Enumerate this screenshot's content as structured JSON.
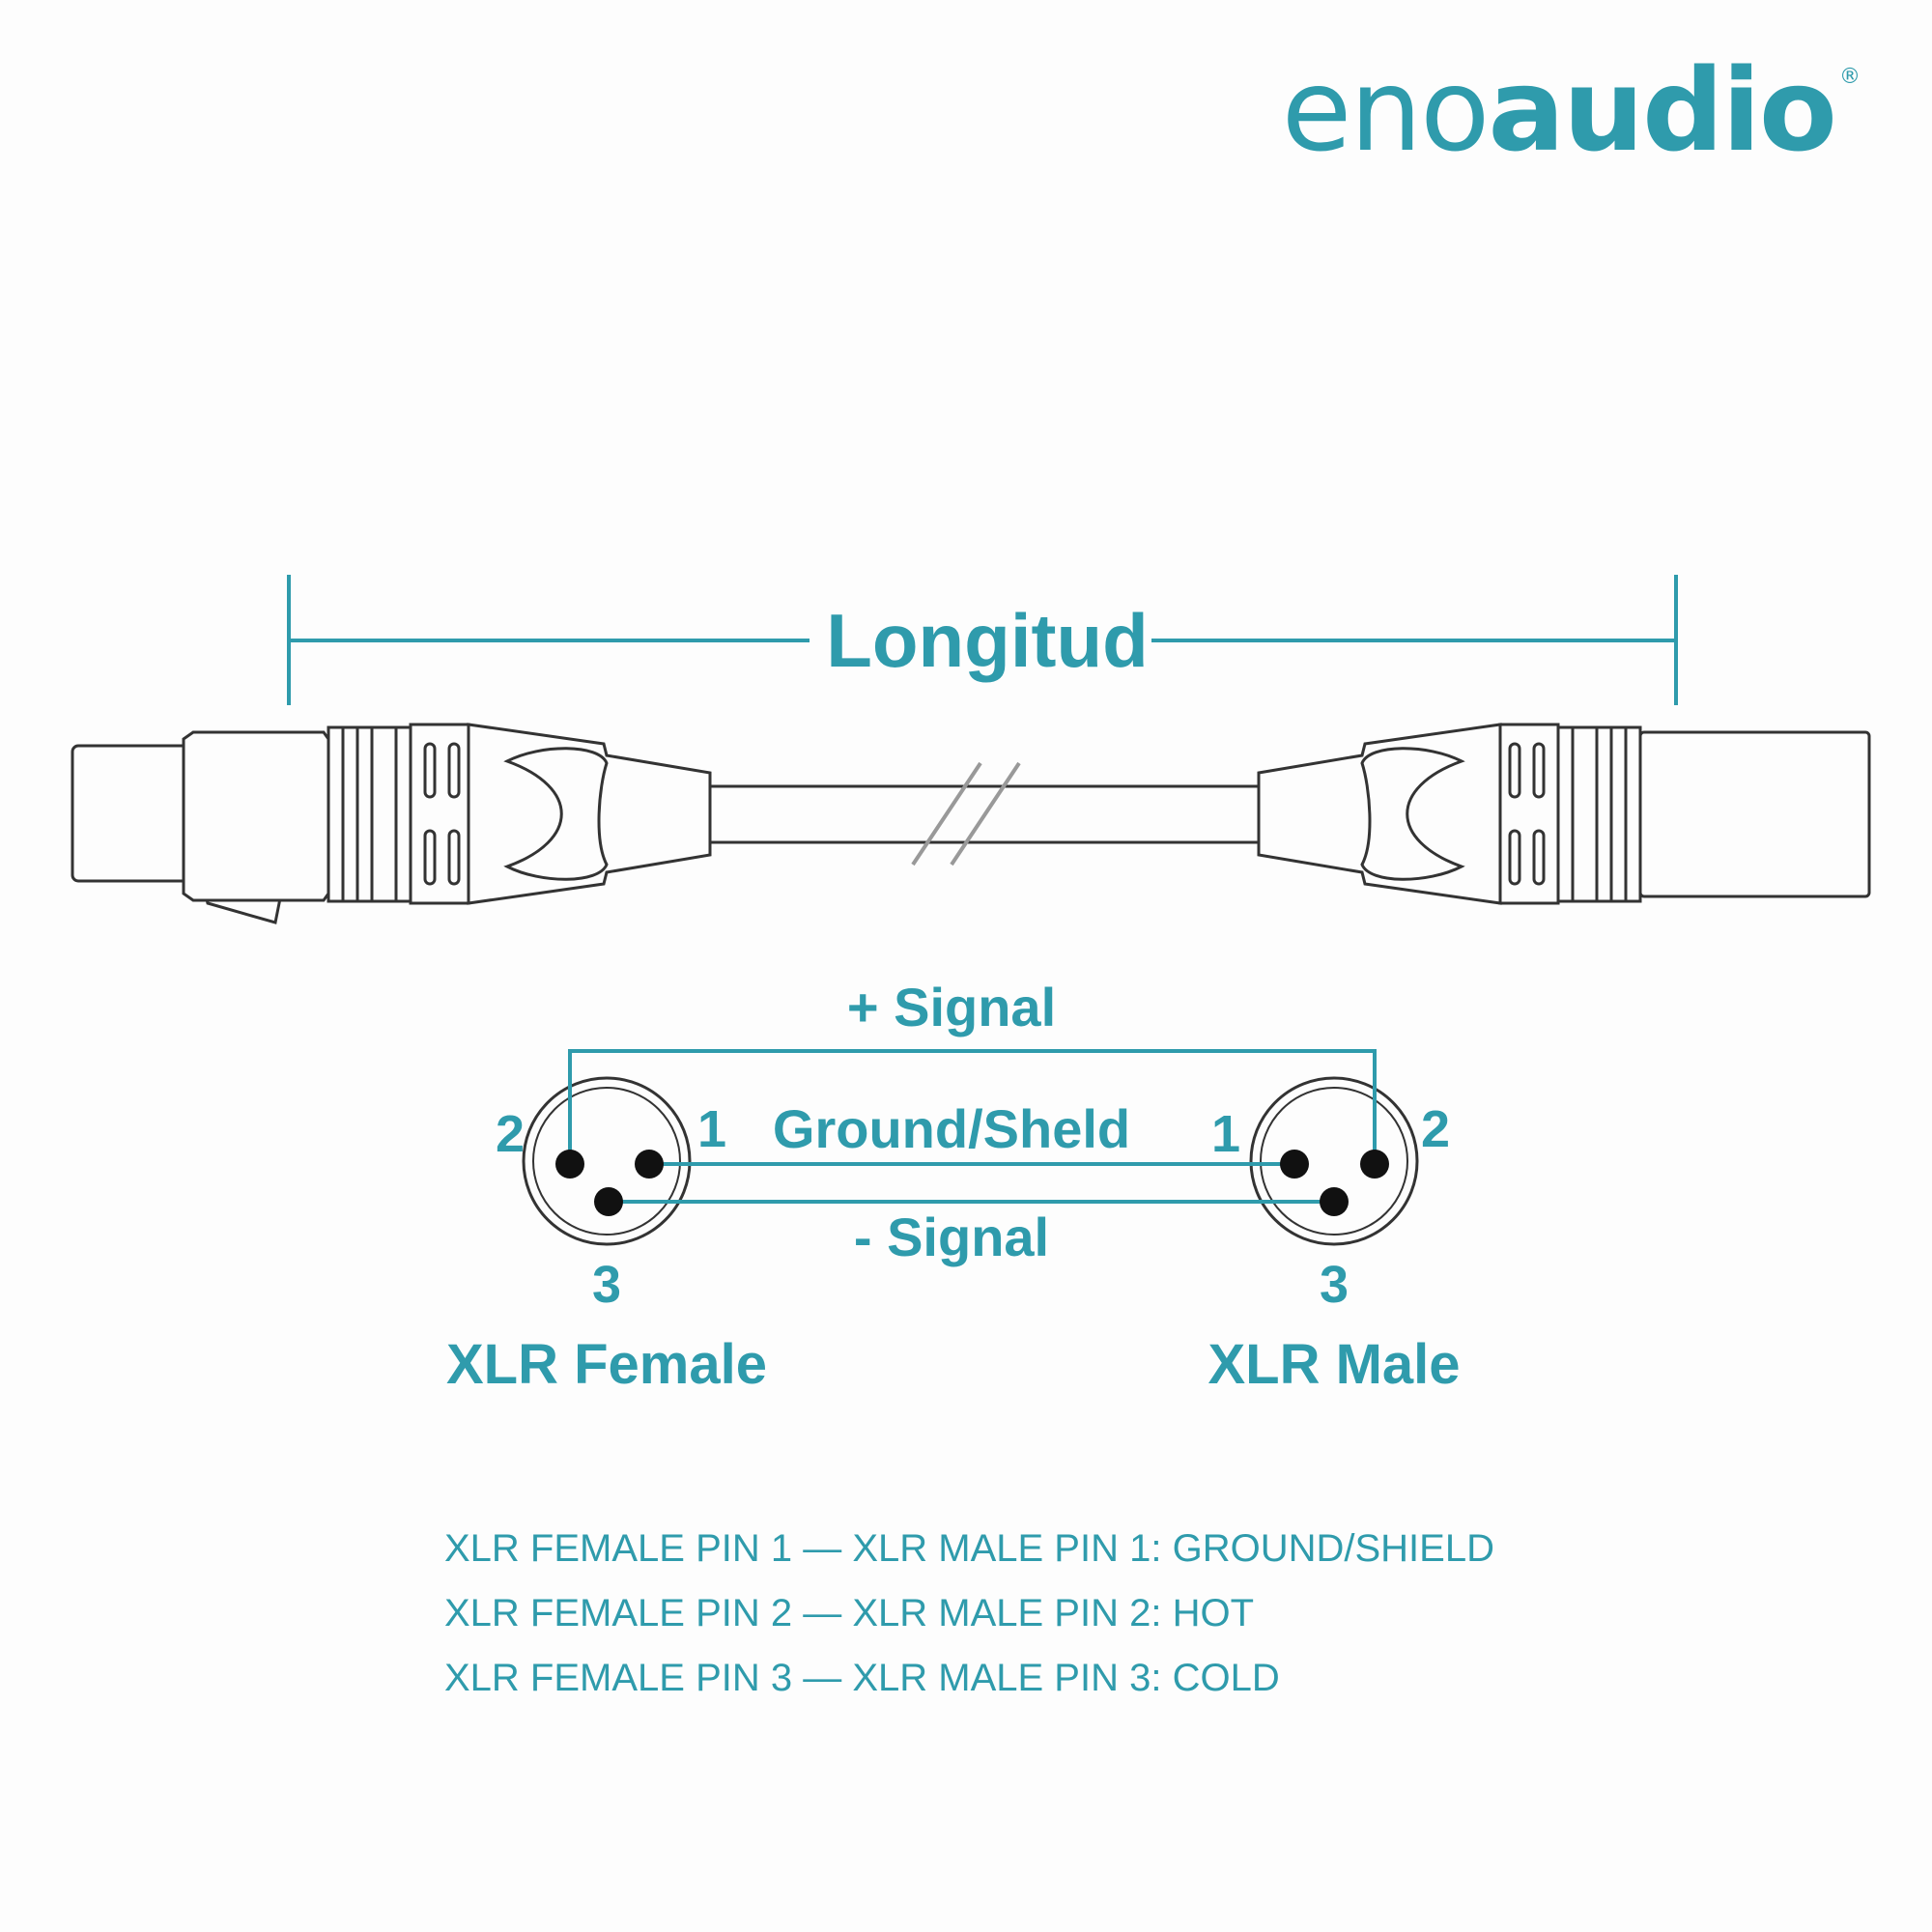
{
  "brand": {
    "name_light": "eno",
    "name_bold": "audio",
    "registered_mark": "®"
  },
  "diagram": {
    "length_label": "Longitud",
    "plus_signal_label": "+ Signal",
    "ground_label": "Ground/Sheld",
    "minus_signal_label": "- Signal",
    "female": {
      "title": "XLR Female",
      "pin1": "1",
      "pin2": "2",
      "pin3": "3"
    },
    "male": {
      "title": "XLR Male",
      "pin1": "1",
      "pin2": "2",
      "pin3": "3"
    }
  },
  "pinout_notes": [
    "XLR FEMALE PIN 1 — XLR MALE PIN 1: GROUND/SHIELD",
    "XLR FEMALE PIN 2 — XLR MALE PIN 2: HOT",
    "XLR FEMALE PIN 3 — XLR MALE PIN 3: COLD"
  ],
  "colors": {
    "accent": "#2f9bac",
    "line": "#333333",
    "background": "#fdfdfd"
  }
}
